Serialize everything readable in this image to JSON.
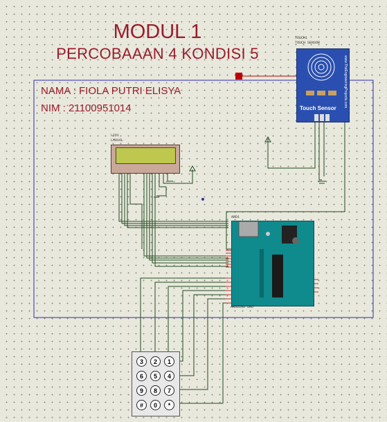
{
  "titles": {
    "modul": "MODUL 1",
    "percobaan": "PERCOBAAAN 4 KONDISI 5"
  },
  "info": {
    "nama": "NAMA : FIOLA PUTRI ELISYA",
    "nim": "NIM : 21100951014"
  },
  "components": {
    "touch_ref": "TOUCH1",
    "touch_sub": "TOUCH SENSOR",
    "touch_label": "Touch Sensor",
    "touch_site": "www.TheEngineeringProjects.com",
    "lcd_ref": "LCD1",
    "lcd_sub": "LM016L",
    "arduino_ref": "ARD1",
    "arduino_name": "ARDUINO UNO"
  },
  "keypad": {
    "keys": [
      "3",
      "2",
      "1",
      "6",
      "5",
      "4",
      "9",
      "8",
      "7",
      "#",
      "0",
      "*"
    ]
  },
  "colors": {
    "title": "#9b1a2a",
    "wire": "#1f4a1f",
    "frame": "#2d2db4",
    "sensor": "#2a4fb0",
    "arduino": "#0f8a8d"
  }
}
